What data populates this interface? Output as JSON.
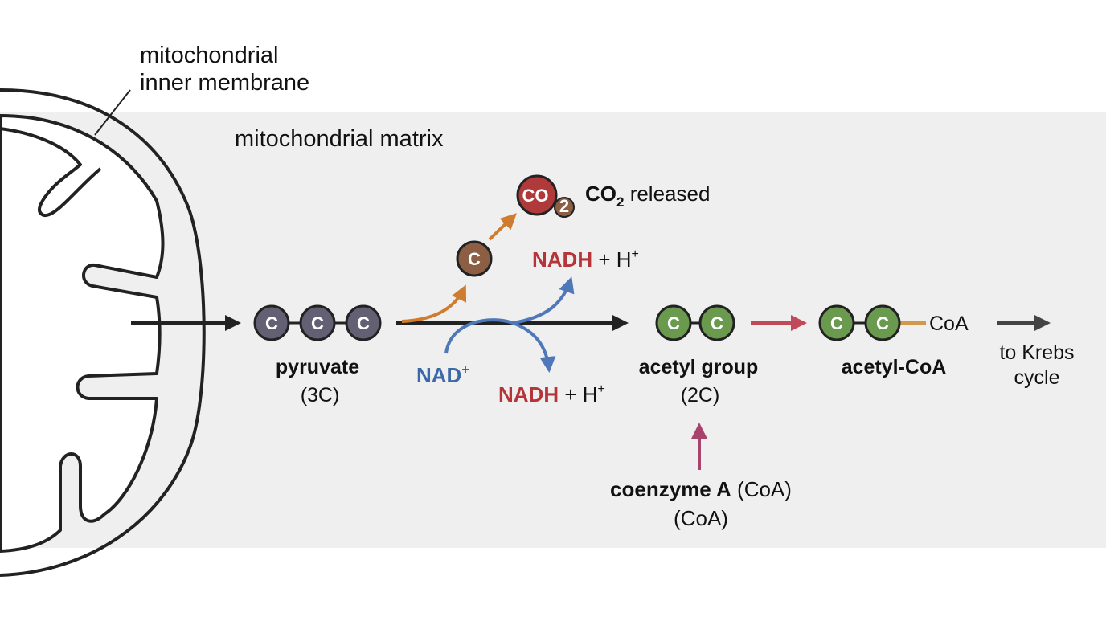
{
  "labels": {
    "membrane": [
      "mitochondrial",
      "inner membrane"
    ],
    "matrix": "mitochondrial matrix",
    "co2_released": {
      "prefix": "CO",
      "sub": "2",
      "suffix": " released"
    },
    "co2_atom": {
      "main": "CO",
      "sub": "2"
    },
    "carbon": "C",
    "nadh_top": {
      "main": "NADH",
      "rest": " + H",
      "sup": "+"
    },
    "nad_plus": {
      "main": "NAD",
      "sup": "+"
    },
    "nadh_bottom": {
      "main": "NADH",
      "rest": " + H",
      "sup": "+"
    },
    "pyruvate": {
      "name": "pyruvate",
      "detail": "(3C)"
    },
    "acetyl_group": {
      "name": "acetyl group",
      "detail": "(2C)"
    },
    "acetyl_coa": {
      "name": "acetyl-CoA",
      "coa": "CoA"
    },
    "coenzyme": {
      "name": "coenzyme A",
      "abbr": " (CoA)",
      "line2": "(CoA)"
    },
    "krebs": [
      "to Krebs",
      "cycle"
    ]
  },
  "colors": {
    "matrix_bg": "#efefef",
    "carbon_pyruvate": "#636074",
    "carbon_acetyl": "#6a9a4e",
    "carbon_released": "#8c5e44",
    "co2": "#b03a3a",
    "arrow_main": "#222222",
    "arrow_orange": "#cf7c2e",
    "arrow_blue": "#4f78b8",
    "arrow_red": "#c04a5a",
    "arrow_magenta": "#a8436e",
    "arrow_gray": "#444444",
    "nadh": "#b5343a",
    "nad": "#3d68a8",
    "coa_bond": "#d19a4a"
  }
}
